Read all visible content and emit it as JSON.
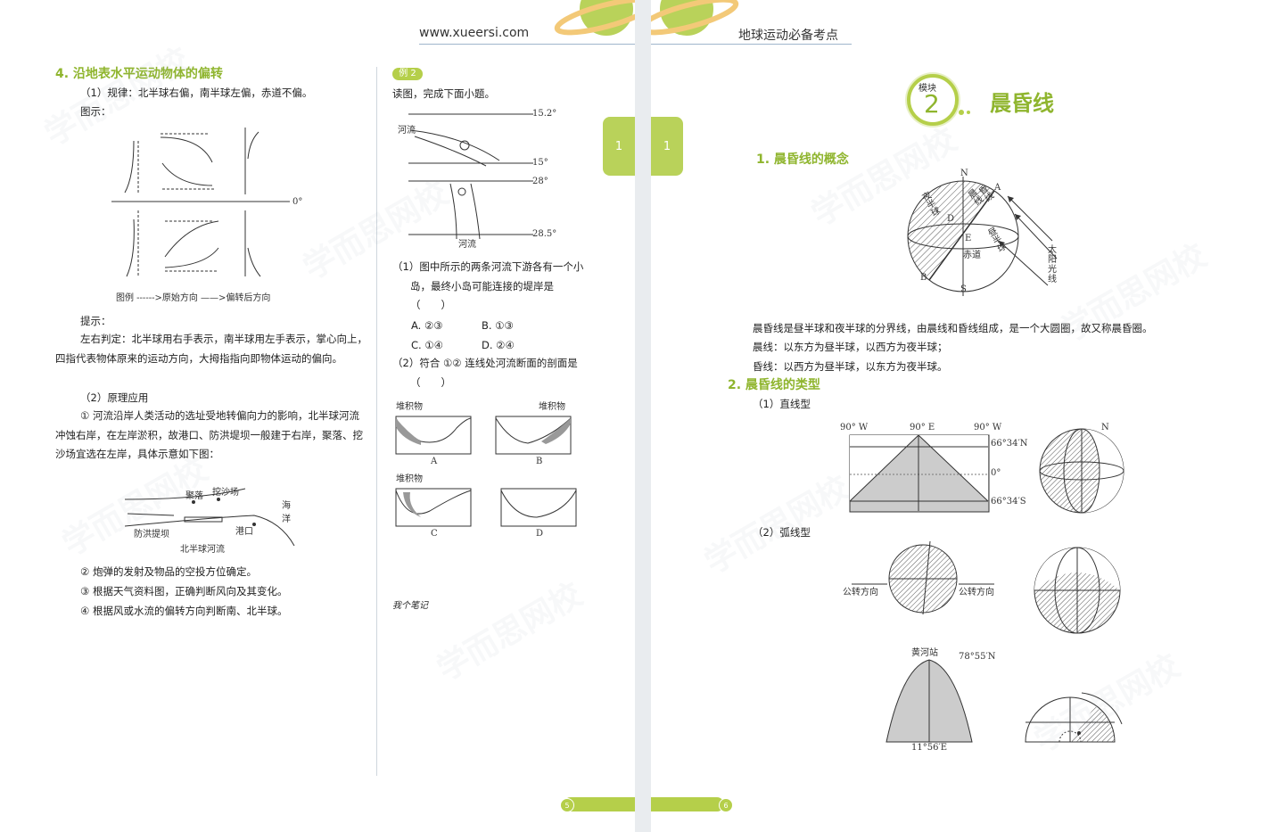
{
  "header": {
    "site": "www.xueersi.com",
    "title": "地球运动必备考点"
  },
  "watermark": "学而思网校",
  "left": {
    "sec4_title": "4. 沿地表水平运动物体的偏转",
    "rule": "（1）规律：北半球右偏，南半球左偏，赤道不偏。",
    "diagram_label": "图示：",
    "zero_deg": "0°",
    "legend": "图例 ------>原始方向 ——>偏转后方向",
    "hint": "提示：",
    "hint_text": "左右判定：北半球用右手表示，南半球用左手表示，掌心向上，四指代表物体原来的运动方向，大拇指指向即物体运动的偏向。",
    "apply": "（2）原理应用",
    "apply1": "① 河流沿岸人类活动的选址受地转偏向力的影响，北半球河流冲蚀右岸，在左岸淤积，故港口、防洪堤坝一般建于右岸，聚落、挖沙场宜选在左岸，具体示意如下图：",
    "river_labels": {
      "village": "聚落",
      "sand": "挖沙场",
      "sea": "海洋",
      "dam": "防洪提坝",
      "port": "港口",
      "caption": "北半球河流"
    },
    "apply2": "② 炮弹的发射及物品的空投方位确定。",
    "apply3": "③ 根据天气资料图，正确判断风向及其变化。",
    "apply4": "④ 根据风或水流的偏转方向判断南、北半球。"
  },
  "example": {
    "badge": "例 2",
    "intro": "读图，完成下面小题。",
    "lat1": "15.2°",
    "lat2": "15°",
    "lat3": "28°",
    "lat4": "28.5°",
    "river": "河流",
    "q1": "（1）图中所示的两条河流下游各有一个小岛，最终小岛可能连接的堤岸是（　　）",
    "q1_opts": [
      "A. ②③",
      "B. ①③",
      "C. ①④",
      "D. ②④"
    ],
    "q2": "（2）符合 ①② 连线处河流断面的剖面是（　　）",
    "sediment": "堆积物",
    "sections": [
      "A",
      "B",
      "C",
      "D"
    ],
    "notes": "我个笔记"
  },
  "tabs": {
    "left": "1",
    "right": "1"
  },
  "right": {
    "module_label": "模块",
    "module_num": "2",
    "module_title": "晨昏线",
    "sec1": "1. 晨昏线的概念",
    "globe_labels": {
      "n": "N",
      "s": "S",
      "a": "A",
      "b": "B",
      "d": "D",
      "e": "E",
      "equator": "赤道",
      "sun": "太阳光线",
      "night": "夜半球",
      "day": "昼半球",
      "dawn": "晨线",
      "dusk": "昏线"
    },
    "def1": "晨昏线是昼半球和夜半球的分界线，由晨线和昏线组成，是一个大圆圈，故又称晨昏圈。",
    "def2": "晨线：以东方为昼半球，以西方为夜半球；",
    "def3": "昏线：以西方为昼半球，以东方为夜半球。",
    "sec2": "2. 晨昏线的类型",
    "type1": "（1）直线型",
    "straight_labels": {
      "w1": "90° W",
      "e": "90° E",
      "w2": "90° W",
      "n66": "66°34′N",
      "eq": "0°",
      "s66": "66°34′S",
      "n": "N"
    },
    "type2": "（2）弧线型",
    "arc_labels": {
      "rev1": "公转方向",
      "rev2": "公转方向",
      "station": "黄河站",
      "lat": "78°55′N",
      "lon": "11°56′E"
    }
  },
  "footer": {
    "left_page": "5",
    "right_page": "6"
  }
}
